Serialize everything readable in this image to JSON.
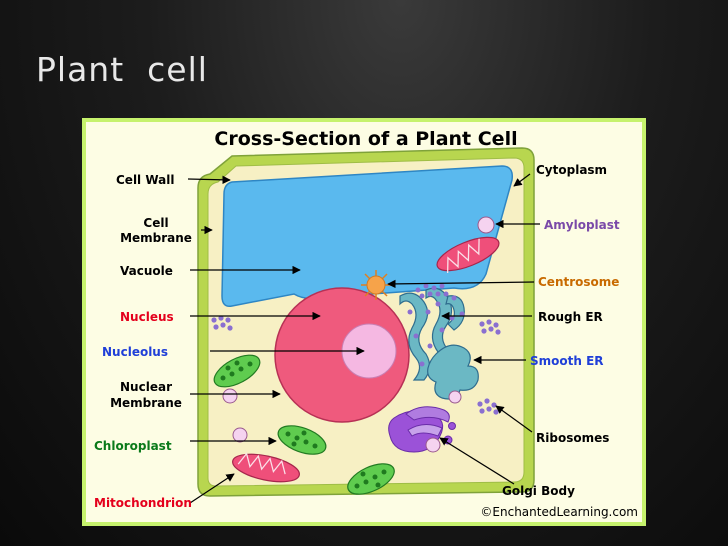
{
  "slide": {
    "title": "Plant  cell"
  },
  "diagram": {
    "title": "Cross-Section of a Plant Cell",
    "credit": "©EnchantedLearning.com",
    "labels": {
      "cell_wall": "Cell Wall",
      "cell_membrane_1": "Cell",
      "cell_membrane_2": "Membrane",
      "vacuole": "Vacuole",
      "nucleus": "Nucleus",
      "nucleolus": "Nucleolus",
      "nuclear_membrane_1": "Nuclear",
      "nuclear_membrane_2": "Membrane",
      "chloroplast": "Chloroplast",
      "mitochondrion": "Mitochondrion",
      "cytoplasm": "Cytoplasm",
      "amyloplast": "Amyloplast",
      "centrosome": "Centrosome",
      "rough_er": "Rough ER",
      "smooth_er": "Smooth ER",
      "ribosomes": "Ribosomes",
      "golgi_body": "Golgi Body"
    },
    "colors": {
      "frame": "#c6f26d",
      "background": "#fdfde4",
      "cell_wall": "#b8d64f",
      "cytoplasm": "#f7f0c4",
      "vacuole": "#5ab9ee",
      "nucleus": "#ef5a7d",
      "nucleolus": "#f5b8e2",
      "chloroplast": "#5fcc4f",
      "mitochondrion": "#ef4f7a",
      "golgi": "#9b52d8",
      "er": "#6bb8c4",
      "centrosome": "#f6a34a",
      "ribosome": "#8a6fd0"
    }
  }
}
